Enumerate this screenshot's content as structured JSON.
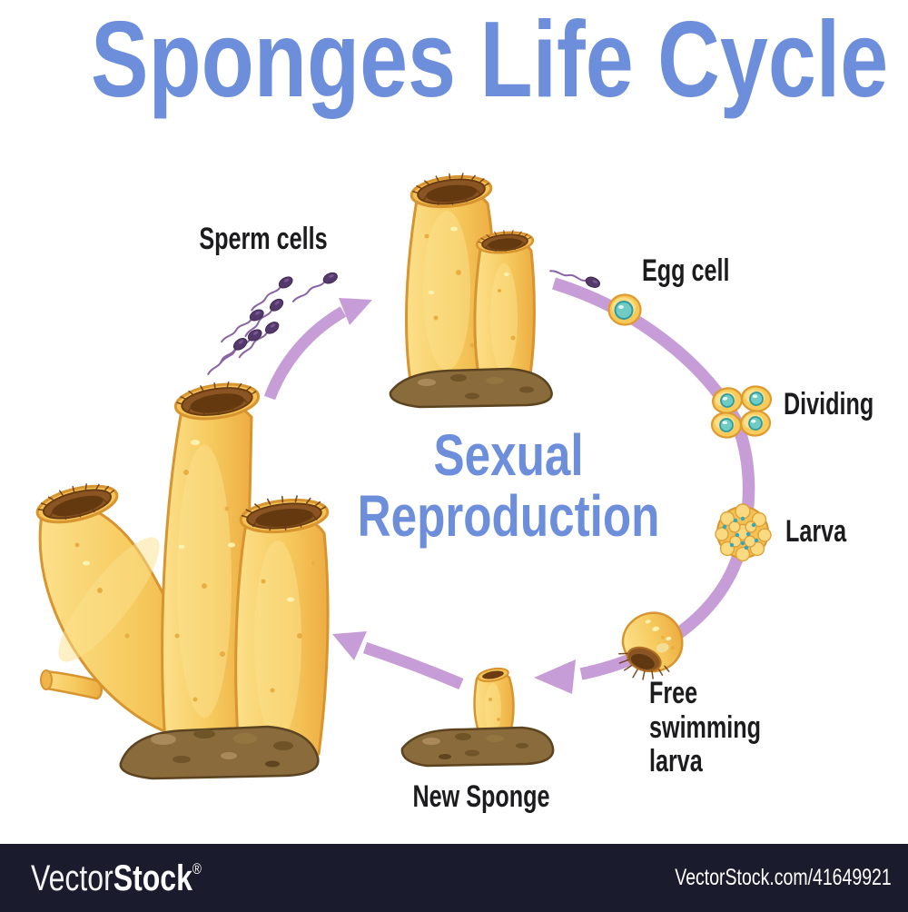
{
  "title": "Sponges Life Cycle",
  "center_label": {
    "line1": "Sexual",
    "line2": "Reproduction"
  },
  "stages": {
    "sperm_cells": {
      "label": "Sperm cells"
    },
    "egg_cell": {
      "label": "Egg cell"
    },
    "dividing": {
      "label": "Dividing"
    },
    "larva": {
      "label": "Larva"
    },
    "free_swimming_larva": {
      "line1": "Free",
      "line2": "swimming",
      "line3": "larva"
    },
    "new_sponge": {
      "label": "New Sponge"
    }
  },
  "watermark": {
    "brand_prefix": "Vector",
    "brand_suffix": "Stock",
    "registered_mark": "®",
    "site_ref": "VectorStock.com/41649921"
  },
  "colors": {
    "title_blue": "#6C8EDB",
    "arrow_purple": "#C79DD8",
    "label_black": "#1C1C1E",
    "sponge_yellow": "#F6CA5E",
    "sponge_outline": "#D8942E",
    "osculum_brown": "#8A5523",
    "substrate_brown": "#8A6B3B",
    "nucleus_teal": "#6FCBC4",
    "sperm_purple": "#56396C",
    "watermark_bar_bg": "#1A1B2C",
    "watermark_text": "#FFFFFF"
  }
}
